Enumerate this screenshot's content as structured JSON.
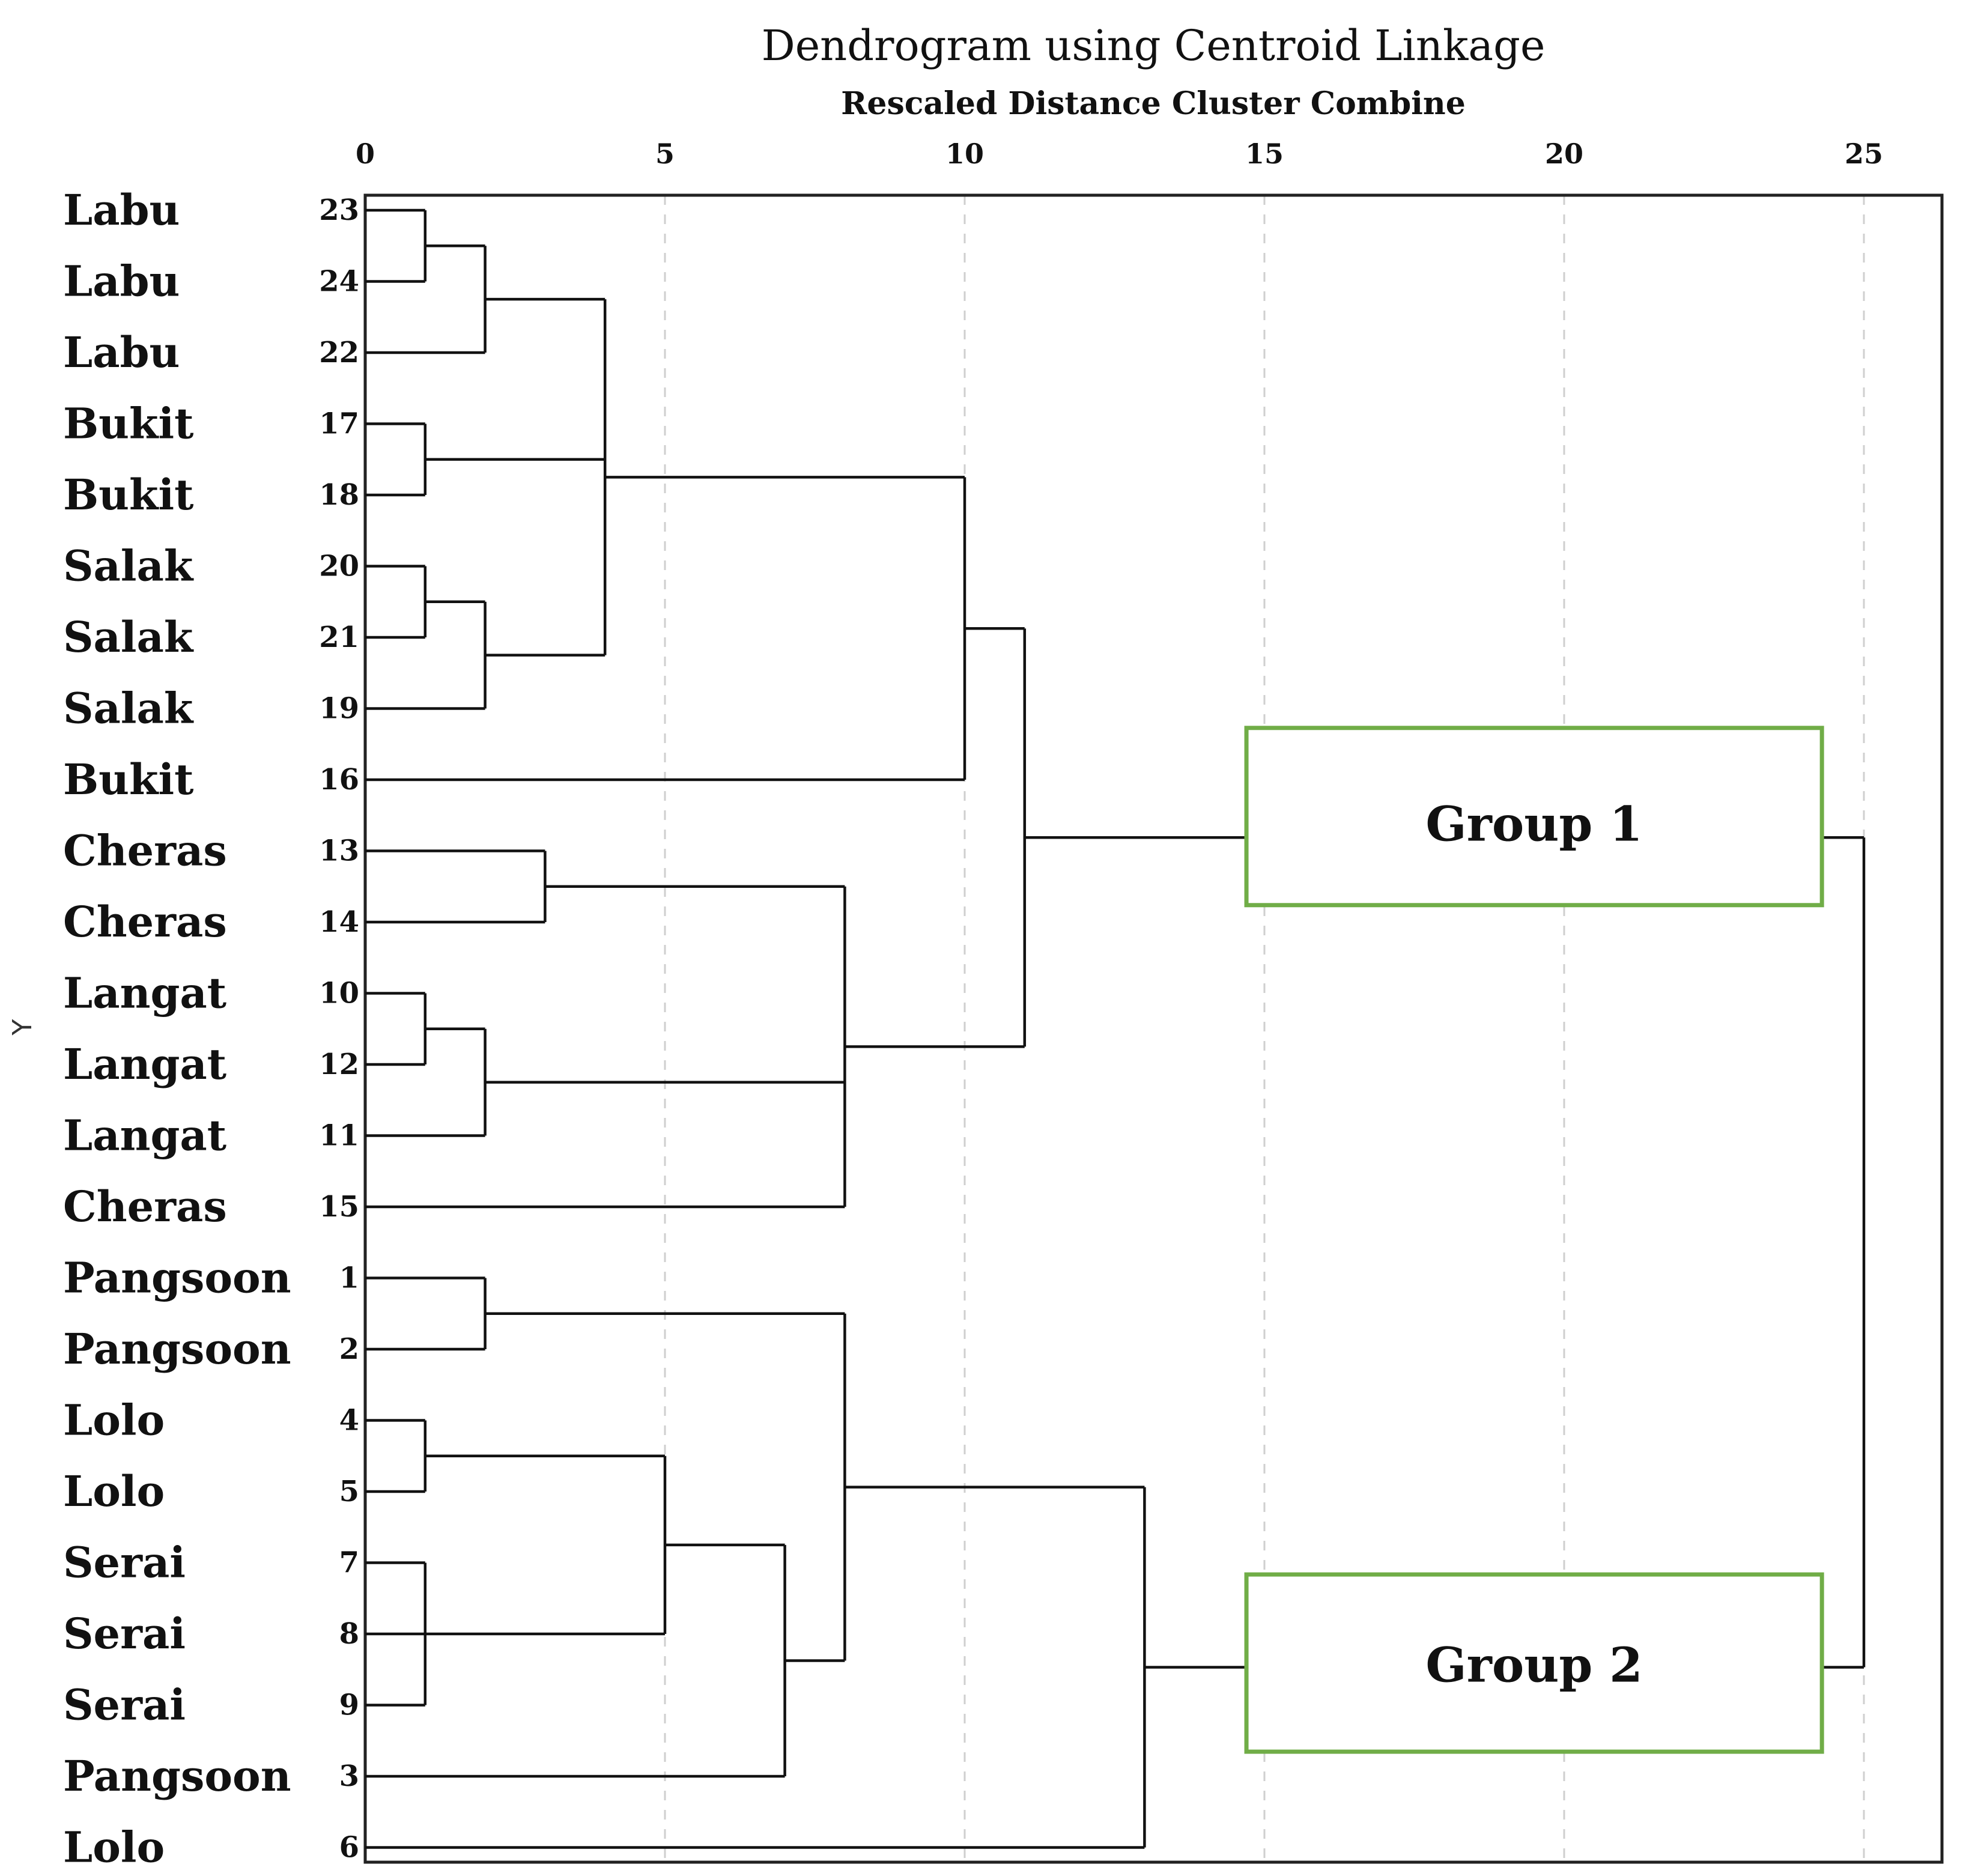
{
  "chart_data": {
    "type": "dendrogram",
    "title": "Dendrogram using Centroid Linkage",
    "subtitle": "Rescaled Distance Cluster Combine",
    "ylabel": "Y",
    "x_ticks": [
      0,
      5,
      10,
      15,
      20,
      25
    ],
    "x_range": [
      0,
      26.3
    ],
    "grid": "vertical dashed",
    "leaves": [
      {
        "id": "23",
        "label": "Labu"
      },
      {
        "id": "24",
        "label": "Labu"
      },
      {
        "id": "22",
        "label": "Labu"
      },
      {
        "id": "17",
        "label": "Bukit"
      },
      {
        "id": "18",
        "label": "Bukit"
      },
      {
        "id": "20",
        "label": "Salak"
      },
      {
        "id": "21",
        "label": "Salak"
      },
      {
        "id": "19",
        "label": "Salak"
      },
      {
        "id": "16",
        "label": "Bukit"
      },
      {
        "id": "13",
        "label": "Cheras"
      },
      {
        "id": "14",
        "label": "Cheras"
      },
      {
        "id": "10",
        "label": "Langat"
      },
      {
        "id": "12",
        "label": "Langat"
      },
      {
        "id": "11",
        "label": "Langat"
      },
      {
        "id": "15",
        "label": "Cheras"
      },
      {
        "id": "1",
        "label": "Pangsoon"
      },
      {
        "id": "2",
        "label": "Pangsoon"
      },
      {
        "id": "4",
        "label": "Lolo"
      },
      {
        "id": "5",
        "label": "Lolo"
      },
      {
        "id": "7",
        "label": "Serai"
      },
      {
        "id": "8",
        "label": "Serai"
      },
      {
        "id": "9",
        "label": "Serai"
      },
      {
        "id": "3",
        "label": "Pangsoon"
      },
      {
        "id": "6",
        "label": "Lolo"
      }
    ],
    "merges": [
      {
        "a": "23",
        "b": "24",
        "height": 1,
        "id": "A"
      },
      {
        "a": "A",
        "b": "22",
        "height": 2,
        "id": "B"
      },
      {
        "a": "17",
        "b": "18",
        "height": 1,
        "id": "C"
      },
      {
        "a": "20",
        "b": "21",
        "height": 1,
        "id": "D"
      },
      {
        "a": "D",
        "b": "19",
        "height": 2,
        "id": "E"
      },
      {
        "a": "B",
        "b": "C",
        "b2": "E",
        "height": 4,
        "id": "F"
      },
      {
        "a": "F",
        "b": "16",
        "height": 10,
        "id": "G"
      },
      {
        "a": "13",
        "b": "14",
        "height": 3,
        "id": "H"
      },
      {
        "a": "10",
        "b": "12",
        "height": 1,
        "id": "I"
      },
      {
        "a": "I",
        "b": "11",
        "height": 2,
        "id": "J"
      },
      {
        "a": "H",
        "b": "J",
        "b2": "15",
        "height": 8,
        "id": "K"
      },
      {
        "a": "G",
        "b": "K",
        "height": 11,
        "id": "L"
      },
      {
        "a": "1",
        "b": "2",
        "height": 2,
        "id": "M"
      },
      {
        "a": "4",
        "b": "5",
        "height": 1,
        "id": "N"
      },
      {
        "a": "7",
        "b": "8",
        "b2": "9",
        "height": 1,
        "id": "O"
      },
      {
        "a": "N",
        "b": "O",
        "height": 5,
        "id": "P"
      },
      {
        "a": "P",
        "b": "3",
        "height": 7,
        "id": "Q"
      },
      {
        "a": "M",
        "b": "Q",
        "height": 8,
        "id": "R"
      },
      {
        "a": "R",
        "b": "6",
        "height": 13,
        "id": "S"
      },
      {
        "a": "L",
        "b": "S",
        "height": 25,
        "id": "T"
      }
    ],
    "annotations": [
      {
        "text": "Group 1",
        "cluster": "L"
      },
      {
        "text": "Group 2",
        "cluster": "S"
      }
    ],
    "colors": {
      "group_box": "#70ad47",
      "lines": "#111111",
      "grid": "#cfcfcf"
    }
  }
}
